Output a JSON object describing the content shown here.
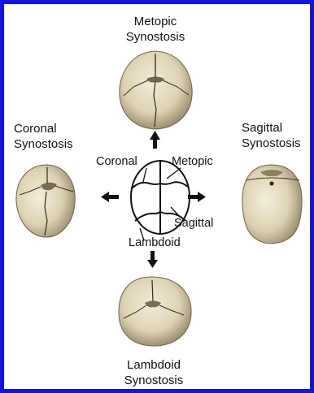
{
  "labels": {
    "metopic_syn_line1": "Metopic",
    "metopic_syn_line2": "Synostosis",
    "coronal_syn_line1": "Coronal",
    "coronal_syn_line2": "Synostosis",
    "sagittal_syn_line1": "Sagittal",
    "sagittal_syn_line2": "Synostosis",
    "lambdoid_syn_line1": "Lambdoid",
    "lambdoid_syn_line2": "Synostosis",
    "coronal_suture": "Coronal",
    "metopic_suture": "Metopic",
    "sagittal_suture": "Sagittal",
    "lambdoid_suture": "Lambdoid"
  },
  "colors": {
    "border": "#1515e0",
    "skull_fill": "#e4dcc2",
    "skull_shadow": "#9b8f70",
    "suture": "#3a2a18",
    "arrow": "#111111"
  }
}
